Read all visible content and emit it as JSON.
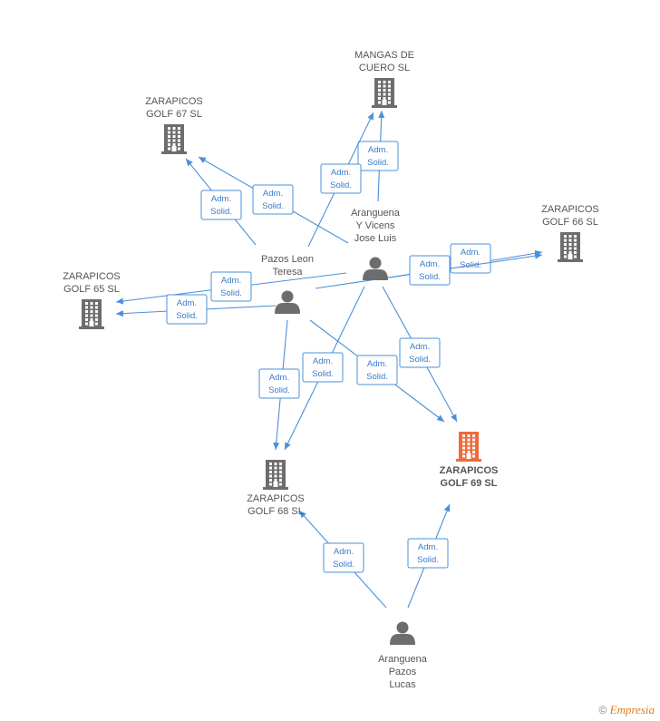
{
  "colors": {
    "company": "#6d6d6d",
    "company_highlight": "#f26a3a",
    "person": "#6d6d6d",
    "edge": "#4a90d9"
  },
  "nodes": [
    {
      "id": "mangas",
      "type": "company",
      "lines": [
        "MANGAS DE",
        "CUERO SL"
      ],
      "label_pos": "above",
      "highlight": false
    },
    {
      "id": "golf67",
      "type": "company",
      "lines": [
        "ZARAPICOS",
        "GOLF 67 SL"
      ],
      "label_pos": "above",
      "highlight": false
    },
    {
      "id": "golf66",
      "type": "company",
      "lines": [
        "ZARAPICOS",
        "GOLF 66 SL"
      ],
      "label_pos": "above",
      "highlight": false
    },
    {
      "id": "golf65",
      "type": "company",
      "lines": [
        "ZARAPICOS",
        "GOLF 65 SL"
      ],
      "label_pos": "above",
      "highlight": false
    },
    {
      "id": "golf68",
      "type": "company",
      "lines": [
        "ZARAPICOS",
        "GOLF 68 SL"
      ],
      "label_pos": "below",
      "highlight": false
    },
    {
      "id": "golf69",
      "type": "company",
      "lines": [
        "ZARAPICOS",
        "GOLF 69 SL"
      ],
      "label_pos": "below",
      "highlight": true
    },
    {
      "id": "jose",
      "type": "person",
      "lines": [
        "Aranguena",
        "Y Vicens",
        "Jose Luis"
      ],
      "label_pos": "above"
    },
    {
      "id": "teresa",
      "type": "person",
      "lines": [
        "Pazos Leon",
        "Teresa"
      ],
      "label_pos": "above"
    },
    {
      "id": "lucas",
      "type": "person",
      "lines": [
        "Aranguena",
        "Pazos",
        "Lucas"
      ],
      "label_pos": "below"
    }
  ],
  "edges": [
    {
      "from": "jose",
      "to": "mangas",
      "label": [
        "Adm.",
        "Solid."
      ]
    },
    {
      "from": "teresa",
      "to": "mangas",
      "label": [
        "Adm.",
        "Solid."
      ]
    },
    {
      "from": "jose",
      "to": "golf67",
      "label": [
        "Adm.",
        "Solid."
      ]
    },
    {
      "from": "teresa",
      "to": "golf67",
      "label": [
        "Adm.",
        "Solid."
      ]
    },
    {
      "from": "jose",
      "to": "golf66",
      "label": [
        "Adm.",
        "Solid."
      ]
    },
    {
      "from": "teresa",
      "to": "golf66",
      "label": [
        "Adm.",
        "Solid."
      ]
    },
    {
      "from": "jose",
      "to": "golf65",
      "label": [
        "Adm.",
        "Solid."
      ]
    },
    {
      "from": "teresa",
      "to": "golf65",
      "label": [
        "Adm.",
        "Solid."
      ]
    },
    {
      "from": "jose",
      "to": "golf68",
      "label": [
        "Adm.",
        "Solid."
      ]
    },
    {
      "from": "teresa",
      "to": "golf68",
      "label": [
        "Adm.",
        "Solid."
      ]
    },
    {
      "from": "jose",
      "to": "golf69",
      "label": [
        "Adm.",
        "Solid."
      ]
    },
    {
      "from": "teresa",
      "to": "golf69",
      "label": [
        "Adm.",
        "Solid."
      ]
    },
    {
      "from": "lucas",
      "to": "golf68",
      "label": [
        "Adm.",
        "Solid."
      ]
    },
    {
      "from": "lucas",
      "to": "golf69",
      "label": [
        "Adm.",
        "Solid."
      ]
    }
  ],
  "footer": {
    "copyright": "©",
    "brand": "Empresia"
  }
}
